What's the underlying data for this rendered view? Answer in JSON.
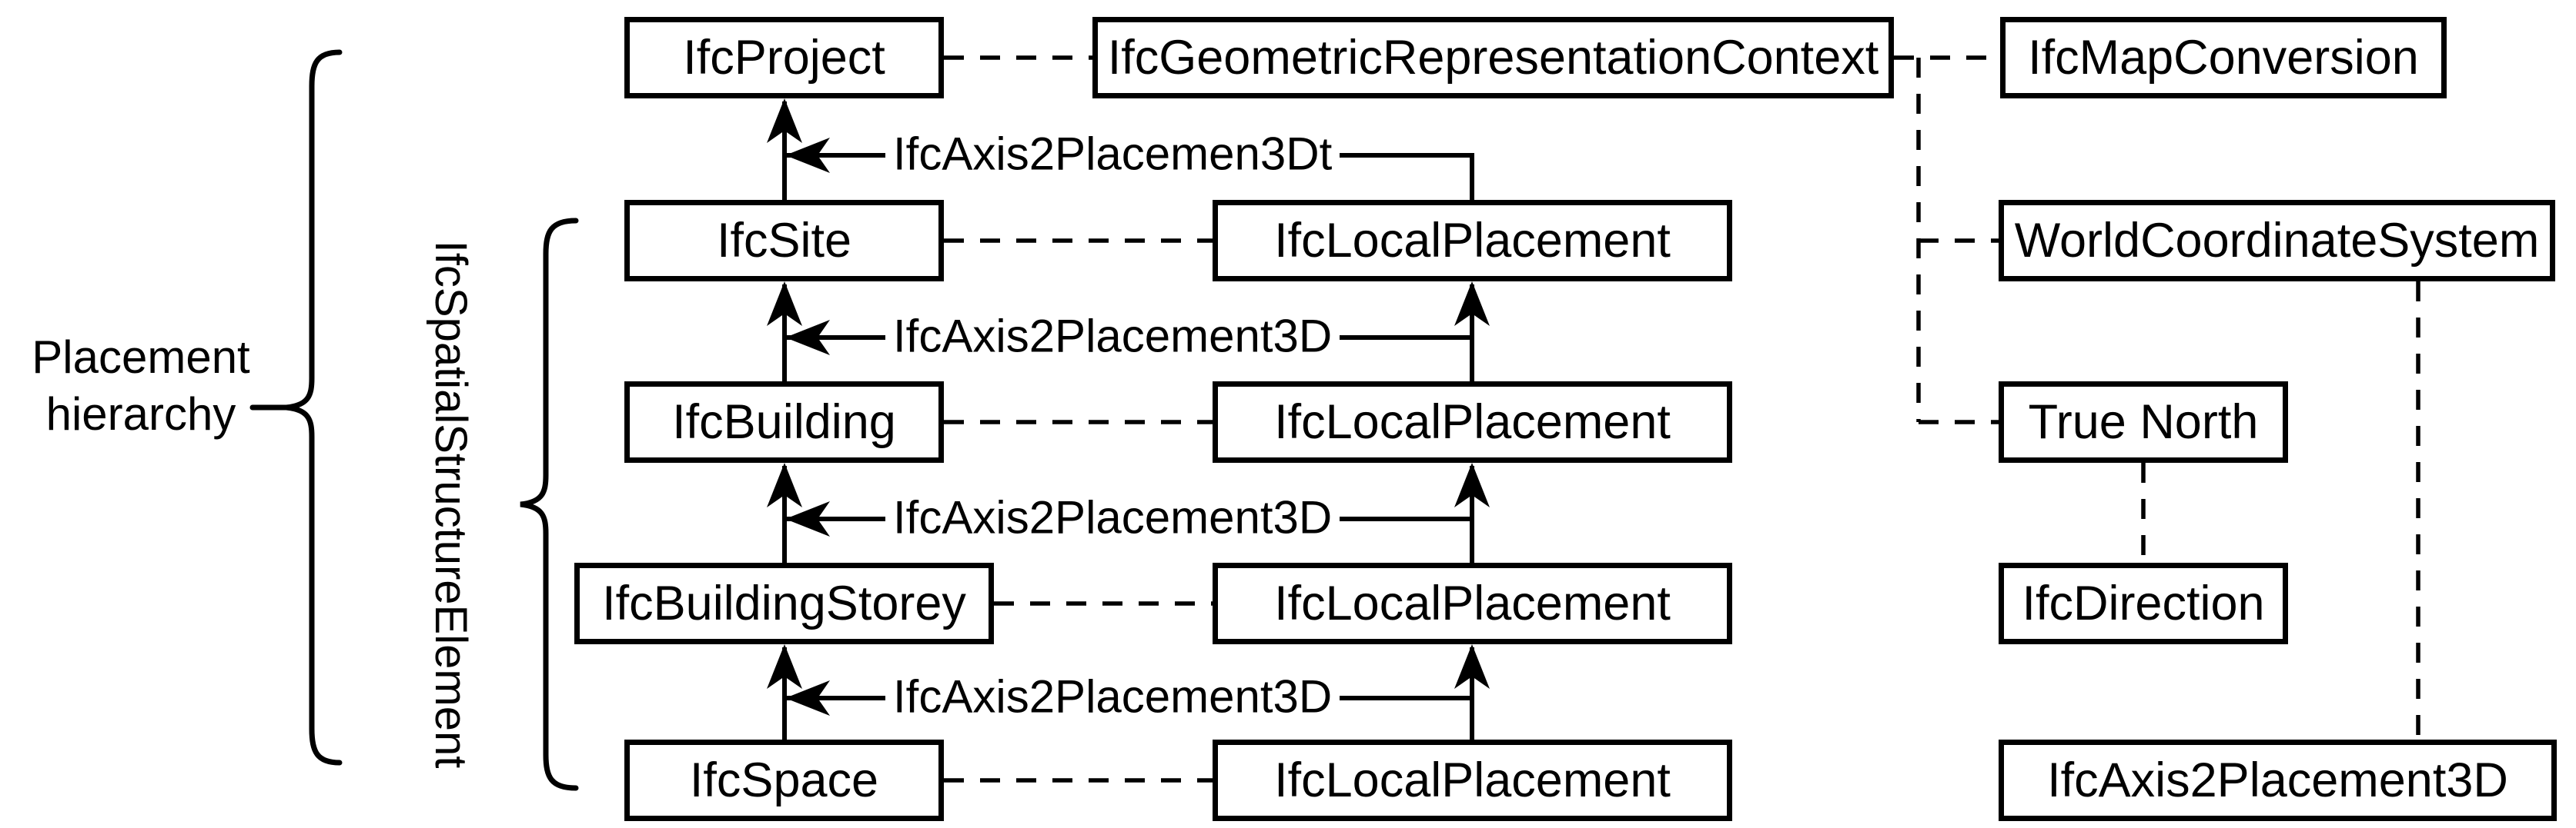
{
  "diagram": {
    "title_hint": "IFC placement hierarchy diagram",
    "colors": {
      "background": "#ffffff",
      "line": "#000000",
      "box_border": "#000000",
      "box_fill": "#ffffff",
      "text": "#000000"
    },
    "annotations": {
      "placement_hierarchy": {
        "line1": "Placement",
        "line2": "hierarchy"
      },
      "spatial_structure_element": "IfcSpatialStructureElement"
    },
    "nodes": {
      "project": "IfcProject",
      "geometric_representation_context": "IfcGeometricRepresentationContext",
      "map_conversion": "IfcMapConversion",
      "site": "IfcSite",
      "local_placement_site": "IfcLocalPlacement",
      "world_coordinate_system": "WorldCoordinateSystem",
      "building": "IfcBuilding",
      "local_placement_building": "IfcLocalPlacement",
      "true_north": "True North",
      "building_storey": "IfcBuildingStorey",
      "local_placement_storey": "IfcLocalPlacement",
      "direction": "IfcDirection",
      "space": "IfcSpace",
      "local_placement_space": "IfcLocalPlacement",
      "axis2_placement_3d": "IfcAxis2Placement3D"
    },
    "edge_labels": {
      "project_site": "IfcAxis2Placemen3Dt",
      "site_building": "IfcAxis2Placement3D",
      "building_storey": "IfcAxis2Placement3D",
      "storey_space": "IfcAxis2Placement3D"
    }
  }
}
